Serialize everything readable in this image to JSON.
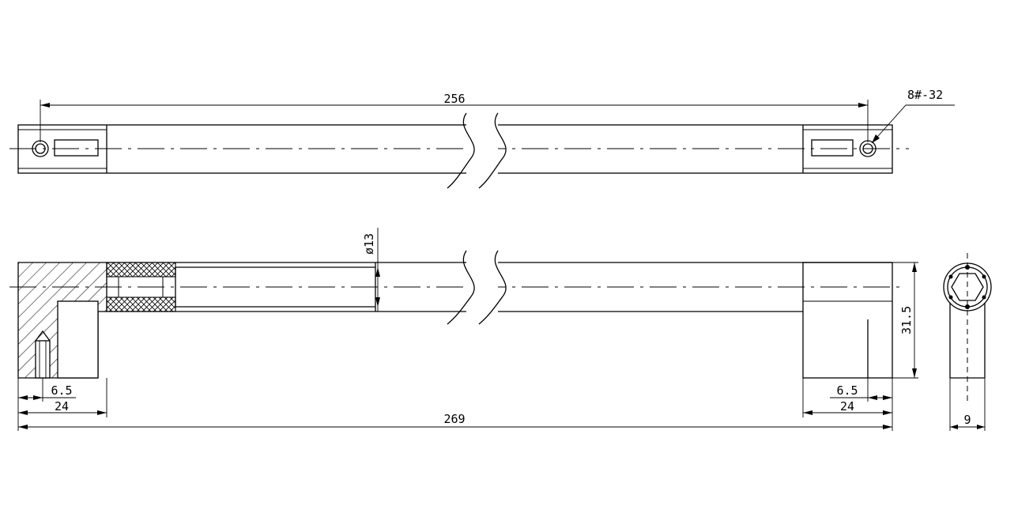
{
  "drawing": {
    "dimensions": {
      "top_span": "256",
      "screw": "8#-32",
      "tube_diameter": "ø13",
      "height": "31.5",
      "left_hole_offset": "6.5",
      "left_foot_length": "24",
      "right_hole_offset": "6.5",
      "right_foot_length": "24",
      "overall_length": "269",
      "side_width": "9"
    }
  }
}
